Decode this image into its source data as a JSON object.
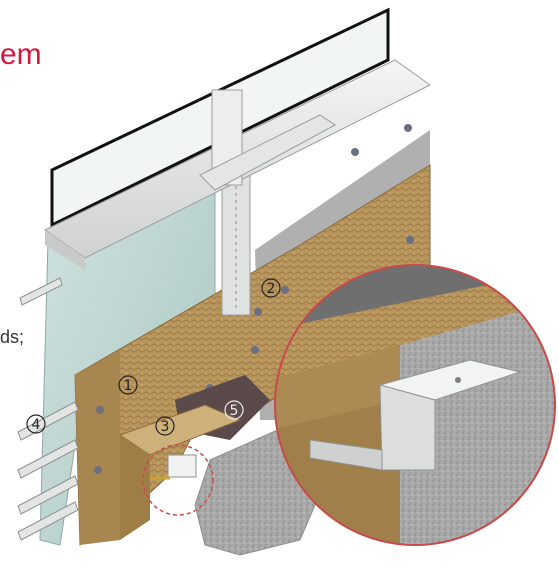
{
  "title_fragment": "em",
  "side_text_fragment": "ds;",
  "callouts": [
    {
      "id": "1",
      "label": "1"
    },
    {
      "id": "2",
      "label": "2"
    },
    {
      "id": "3",
      "label": "3"
    },
    {
      "id": "4",
      "label": "4"
    },
    {
      "id": "5",
      "label": "5"
    }
  ],
  "colors": {
    "title": "#d4183d",
    "insulation": "#b8955d",
    "insulation_dark": "#8a6a3c",
    "glass": "#bcd3cf",
    "frame": "#e9ebea",
    "concrete": "#bdbdbd",
    "bracket": "#d9d9d9",
    "zoom_ring": "#c84a4a"
  }
}
